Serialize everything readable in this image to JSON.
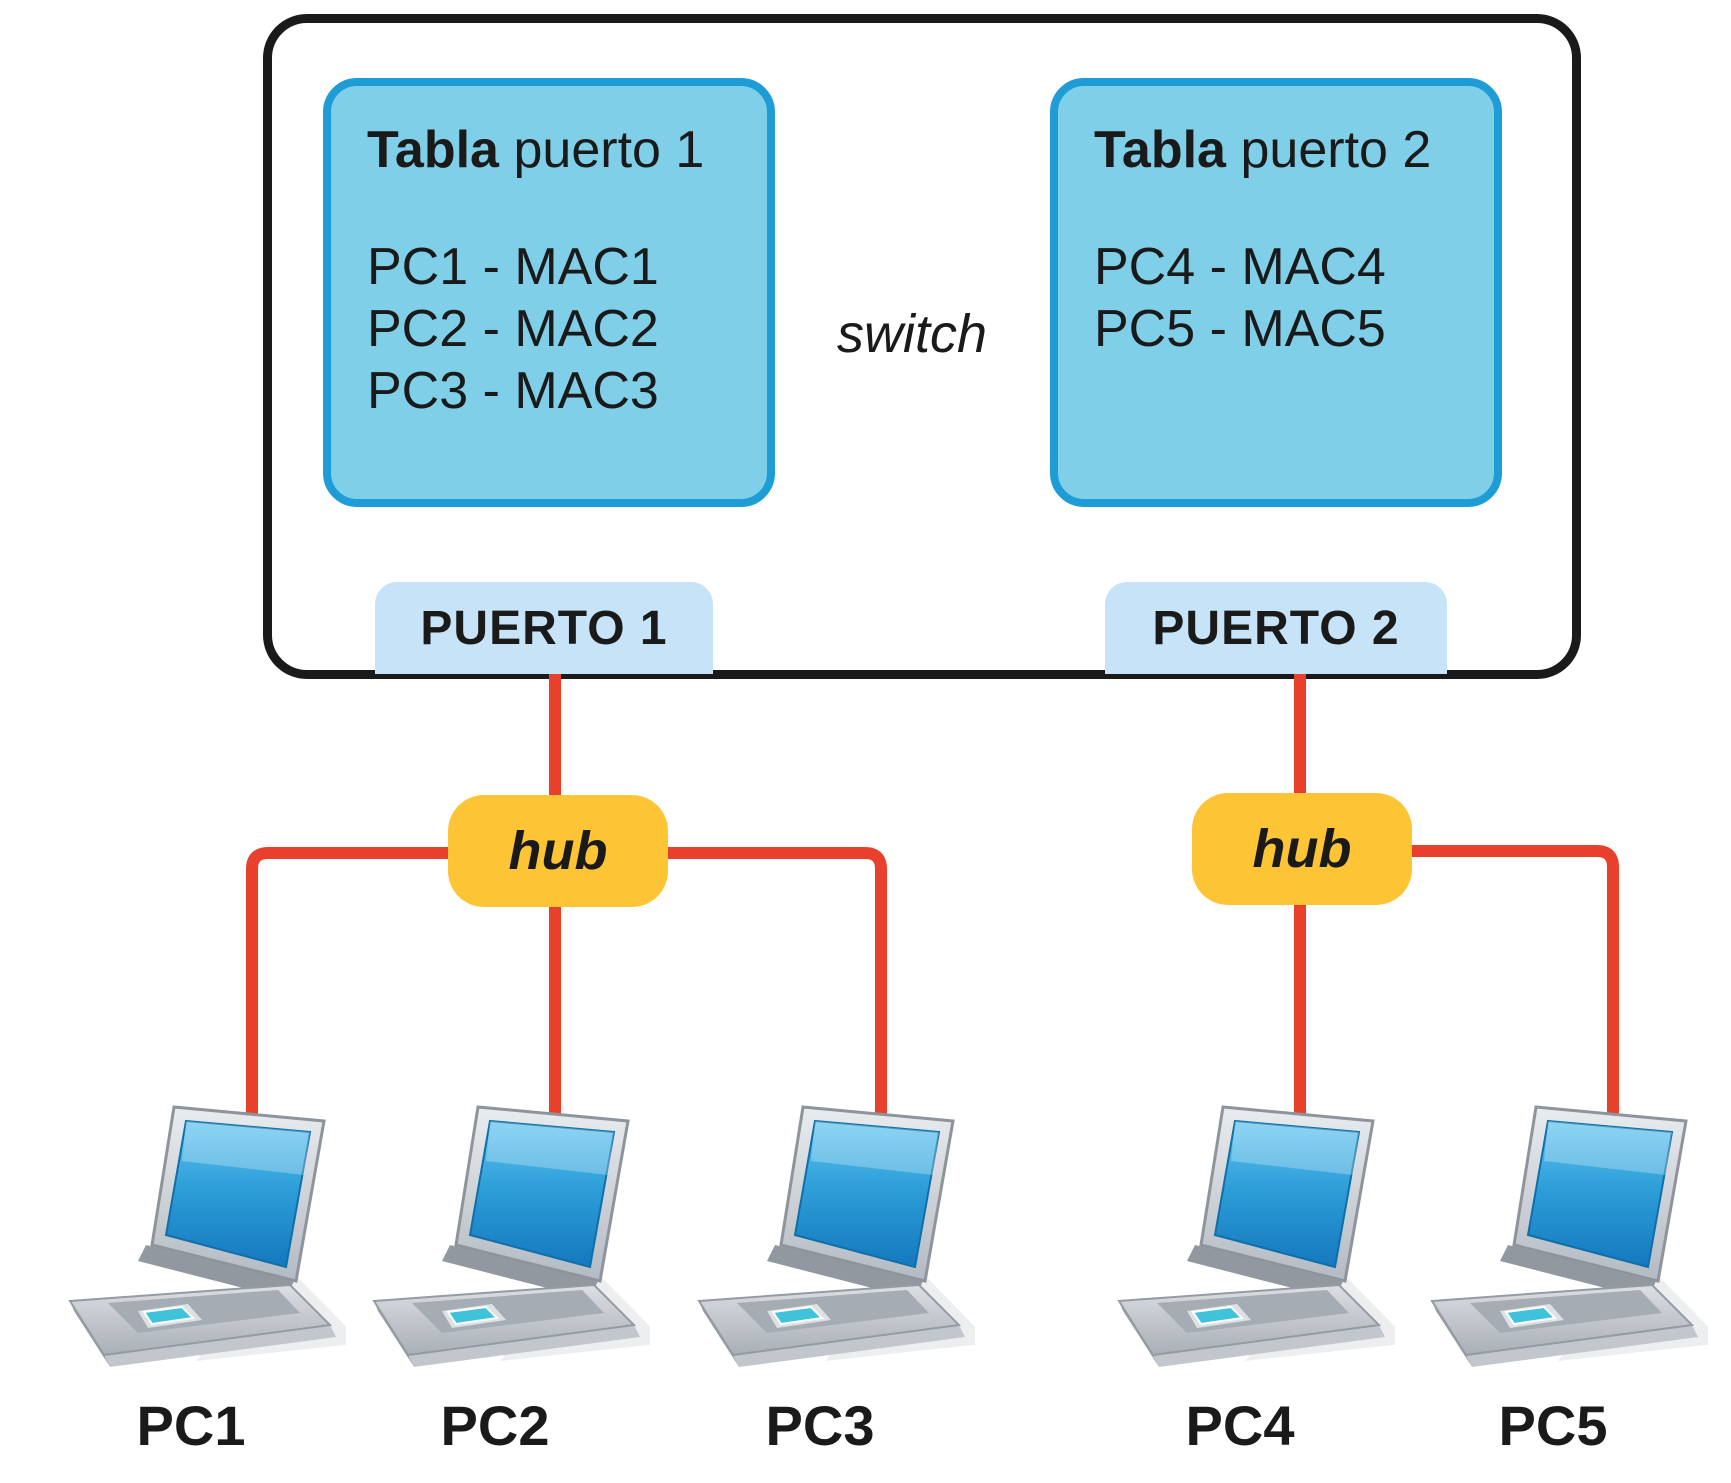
{
  "colors": {
    "red": "#E8402C",
    "yellow": "#FDC535",
    "table_fill": "#7FCFE8",
    "table_border": "#1E9CD6",
    "badge_fill": "#C7E3F8",
    "ink": "#1A1A1A"
  },
  "switch_unit": {
    "label": "switch",
    "tables": [
      {
        "title_bold": "Tabla",
        "title_rest": "puerto 1",
        "rows": [
          "PC1 - MAC1",
          "PC2 - MAC2",
          "PC3 - MAC3"
        ]
      },
      {
        "title_bold": "Tabla",
        "title_rest": "puerto 2",
        "rows": [
          "PC4 - MAC4",
          "PC5 - MAC5"
        ]
      }
    ],
    "ports": [
      {
        "label": "PUERTO 1"
      },
      {
        "label": "PUERTO 2"
      }
    ]
  },
  "hubs": [
    {
      "label": "hub"
    },
    {
      "label": "hub"
    }
  ],
  "pcs": [
    {
      "label": "PC1"
    },
    {
      "label": "PC2"
    },
    {
      "label": "PC3"
    },
    {
      "label": "PC4"
    },
    {
      "label": "PC5"
    }
  ]
}
